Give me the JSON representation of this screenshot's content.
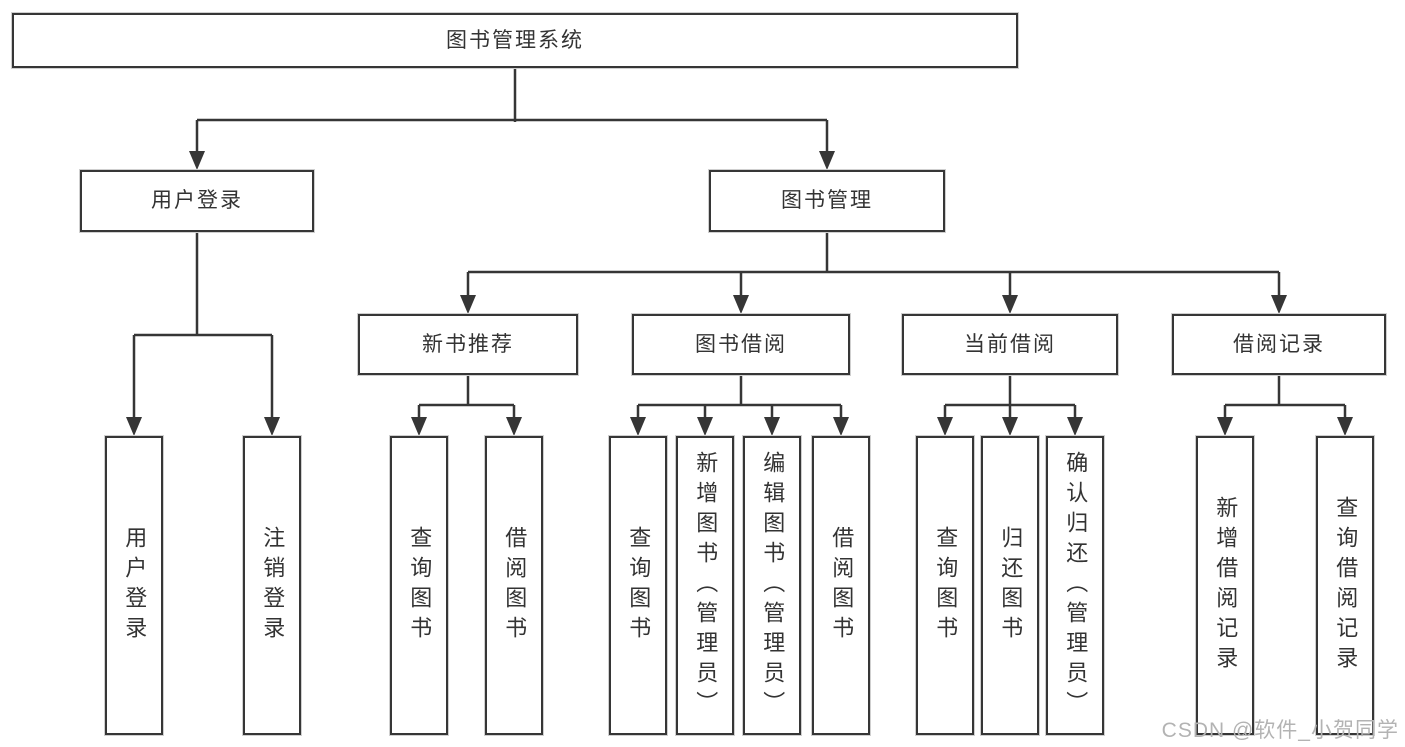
{
  "diagram_title": "图书管理系统",
  "watermark": "CSDN @软件_小贺同学",
  "colors": {
    "line": "#363636",
    "box_border": "#363636",
    "text": "#333333",
    "watermark": "#b3b3b3",
    "background": "#ffffff"
  },
  "tree": {
    "label": "图书管理系统",
    "children": [
      {
        "label": "用户登录",
        "children": [
          {
            "label": "用户登录"
          },
          {
            "label": "注销登录"
          }
        ]
      },
      {
        "label": "图书管理",
        "children": [
          {
            "label": "新书推荐",
            "children": [
              {
                "label": "查询图书"
              },
              {
                "label": "借阅图书"
              }
            ]
          },
          {
            "label": "图书借阅",
            "children": [
              {
                "label": "查询图书"
              },
              {
                "label": "新增图书（管理员）"
              },
              {
                "label": "编辑图书（管理员）"
              },
              {
                "label": "借阅图书"
              }
            ]
          },
          {
            "label": "当前借阅",
            "children": [
              {
                "label": "查询图书"
              },
              {
                "label": "归还图书"
              },
              {
                "label": "确认归还（管理员）"
              }
            ]
          },
          {
            "label": "借阅记录",
            "children": [
              {
                "label": "新增借阅记录"
              },
              {
                "label": "查询借阅记录"
              }
            ]
          }
        ]
      }
    ]
  }
}
